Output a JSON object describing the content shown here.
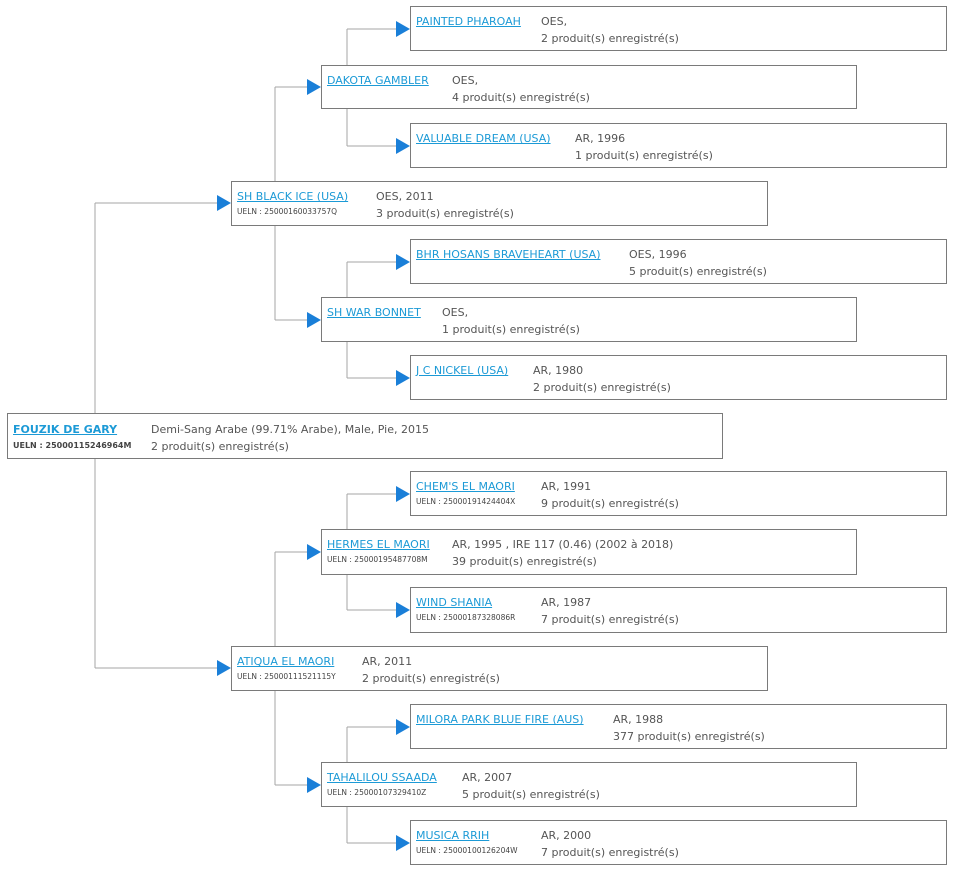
{
  "ueln_prefix": "UELN : ",
  "colors": {
    "line": "#a6a6a6",
    "arrow": "#1a7fd8",
    "link": "#1c9ad6",
    "border": "#7a7a7a"
  },
  "horses": {
    "root": {
      "name": "FOUZIK DE GARY",
      "ueln": "25000115246964M",
      "info": "Demi-Sang Arabe (99.71% Arabe), Male, Pie, 2015",
      "count": "2 produit(s) enregistré(s)"
    },
    "s": {
      "name": "SH BLACK ICE (USA)",
      "ueln": "25000160033757Q",
      "info": "OES, 2011",
      "count": "3 produit(s) enregistré(s)"
    },
    "ss": {
      "name": "DAKOTA GAMBLER",
      "info": "OES,",
      "count": "4 produit(s) enregistré(s)"
    },
    "sss": {
      "name": "PAINTED PHAROAH",
      "info": "OES,",
      "count": "2 produit(s) enregistré(s)"
    },
    "ssd": {
      "name": "VALUABLE DREAM (USA)",
      "info": "AR, 1996",
      "count": "1 produit(s) enregistré(s)"
    },
    "sd": {
      "name": "SH WAR BONNET",
      "info": "OES,",
      "count": "1 produit(s) enregistré(s)"
    },
    "sds": {
      "name": "BHR HOSANS BRAVEHEART (USA)",
      "info": "OES, 1996",
      "count": "5 produit(s) enregistré(s)"
    },
    "sdd": {
      "name": "J C NICKEL (USA)",
      "info": "AR, 1980",
      "count": "2 produit(s) enregistré(s)"
    },
    "d": {
      "name": "ATIQUA EL MAORI",
      "ueln": "25000111521115Y",
      "info": "AR, 2011",
      "count": "2 produit(s) enregistré(s)"
    },
    "ds": {
      "name": "HERMES EL MAORI",
      "ueln": "25000195487708M",
      "info": "AR, 1995 , IRE 117 (0.46) (2002 à 2018)",
      "count": "39 produit(s) enregistré(s)"
    },
    "dss": {
      "name": "CHEM'S EL MAORI",
      "ueln": "25000191424404X",
      "info": "AR, 1991",
      "count": "9 produit(s) enregistré(s)"
    },
    "dsd": {
      "name": "WIND SHANIA",
      "ueln": "25000187328086R",
      "info": "AR, 1987",
      "count": "7 produit(s) enregistré(s)"
    },
    "dd": {
      "name": "TAHALILOU SSAADA",
      "ueln": "25000107329410Z",
      "info": "AR, 2007",
      "count": "5 produit(s) enregistré(s)"
    },
    "dds": {
      "name": "MILORA PARK BLUE FIRE (AUS)",
      "info": "AR, 1988",
      "count": "377 produit(s) enregistré(s)"
    },
    "ddd": {
      "name": "MUSICA RRIH",
      "ueln": "25000100126204W",
      "info": "AR, 2000",
      "count": "7 produit(s) enregistré(s)"
    }
  }
}
